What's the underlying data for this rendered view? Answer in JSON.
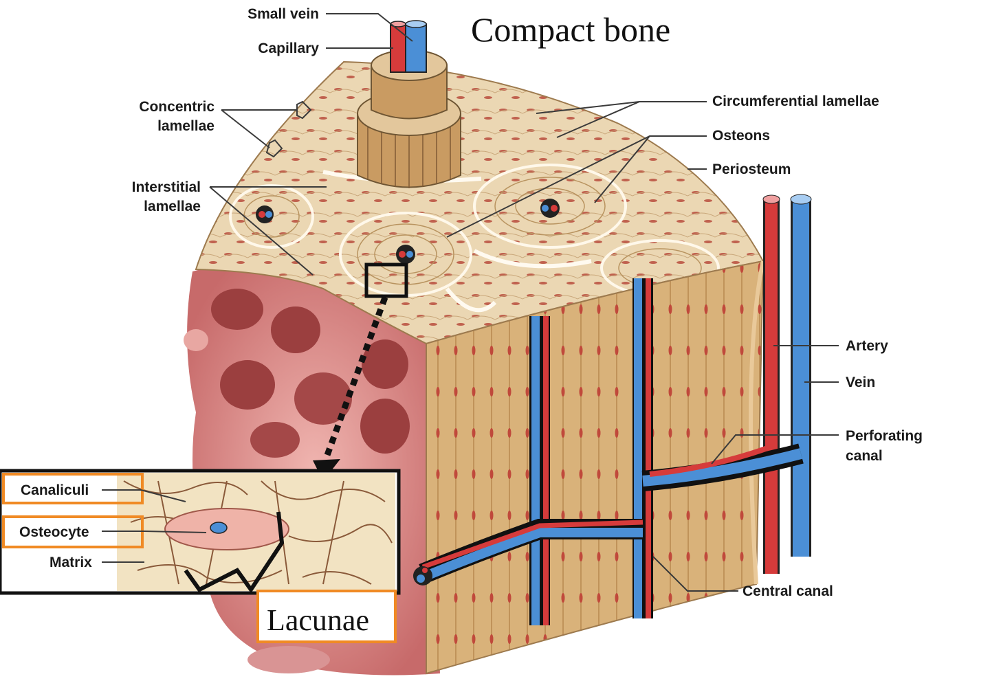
{
  "title": "Compact bone",
  "labels": {
    "small_vein": "Small vein",
    "capillary": "Capillary",
    "concentric_lamellae_1": "Concentric",
    "concentric_lamellae_2": "lamellae",
    "interstitial_lamellae_1": "Interstitial",
    "interstitial_lamellae_2": "lamellae",
    "circumferential_lamellae": "Circumferential lamellae",
    "osteons": "Osteons",
    "periosteum": "Periosteum",
    "artery": "Artery",
    "vein": "Vein",
    "perforating_canal_1": "Perforating",
    "perforating_canal_2": "canal",
    "central_canal": "Central canal",
    "canaliculi": "Canaliculi",
    "osteocyte": "Osteocyte",
    "matrix": "Matrix",
    "lacunae": "Lacunae"
  },
  "colors": {
    "bone_fill": "#e9d3ad",
    "bone_side": "#d9b27a",
    "lamella_line": "#b89566",
    "spongy": "#d98f8f",
    "spongy_dark": "#b35a5a",
    "artery": "#d63b3b",
    "vein": "#4b8fd6",
    "highlight_box": "#f08a24"
  }
}
